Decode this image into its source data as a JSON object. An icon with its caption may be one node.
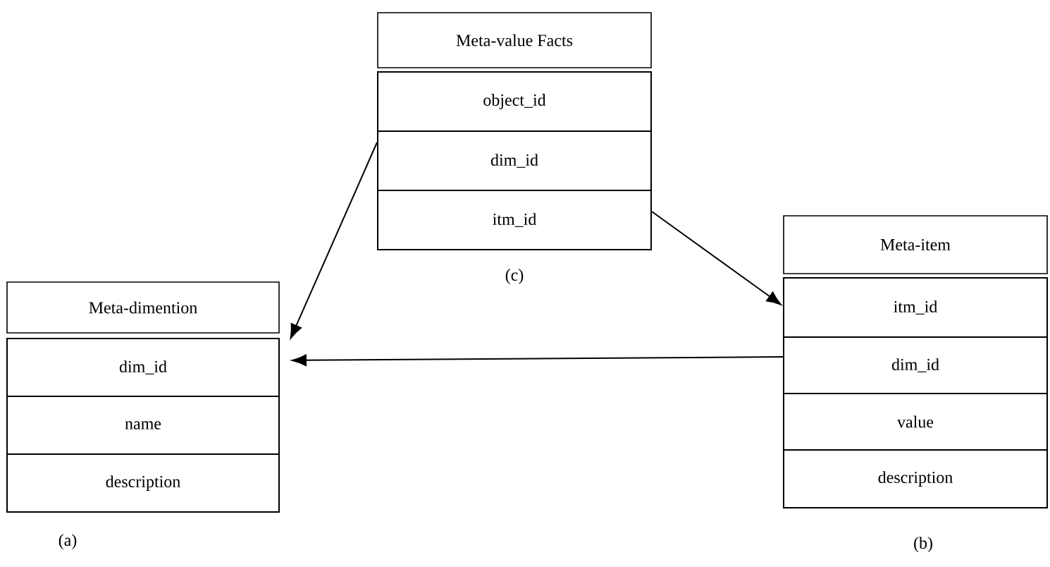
{
  "diagram": {
    "nodes": [
      {
        "text": [
          "Meta-value Facts"
        ]
      },
      {
        "text": [
          "object_id"
        ]
      },
      {
        "text": [
          "dim_id"
        ]
      },
      {
        "text": [
          "itm_id"
        ]
      },
      {
        "text": [
          "Meta-dimention"
        ]
      },
      {
        "text": [
          "dim_id"
        ]
      },
      {
        "text": [
          "name"
        ]
      },
      {
        "text": [
          "description"
        ]
      },
      {
        "text": [
          "Meta-item"
        ]
      },
      {
        "text": [
          "itm_id"
        ]
      },
      {
        "text": [
          "dim_id"
        ]
      },
      {
        "text": [
          "value"
        ]
      },
      {
        "text": [
          "description"
        ]
      }
    ],
    "edges": [
      {
        "from": 2,
        "to": 5,
        "arrow": "to"
      },
      {
        "from": 3,
        "to": 9,
        "arrow": "to"
      },
      {
        "from": 10,
        "to": 5,
        "arrow": "to"
      }
    ],
    "labels": [
      "(c)",
      "(a)",
      "(b)"
    ]
  }
}
